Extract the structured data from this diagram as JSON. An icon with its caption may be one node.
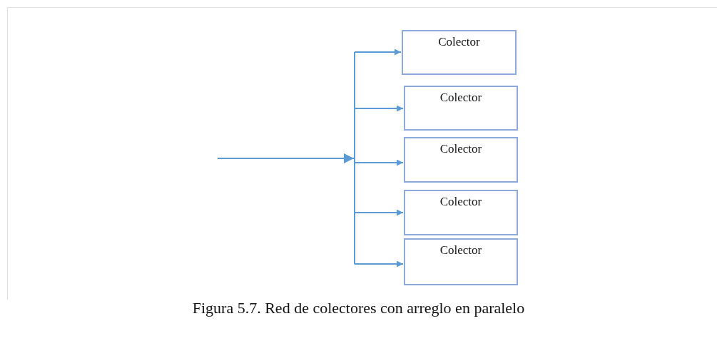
{
  "diagram": {
    "caption": "Figura 5.7. Red de colectores con arreglo en paralelo",
    "nodes": [
      {
        "text": [
          "Colector"
        ]
      },
      {
        "text": [
          "Colector"
        ]
      },
      {
        "text": [
          "Colector"
        ]
      },
      {
        "text": [
          "Colector"
        ]
      },
      {
        "text": [
          "Colector"
        ]
      }
    ],
    "edges": [
      {
        "from": null,
        "to": 0,
        "arrow": "to"
      },
      {
        "from": null,
        "to": 1,
        "arrow": "to"
      },
      {
        "from": null,
        "to": 2,
        "arrow": "to"
      },
      {
        "from": null,
        "to": 3,
        "arrow": "to"
      },
      {
        "from": null,
        "to": 4,
        "arrow": "to"
      }
    ]
  }
}
